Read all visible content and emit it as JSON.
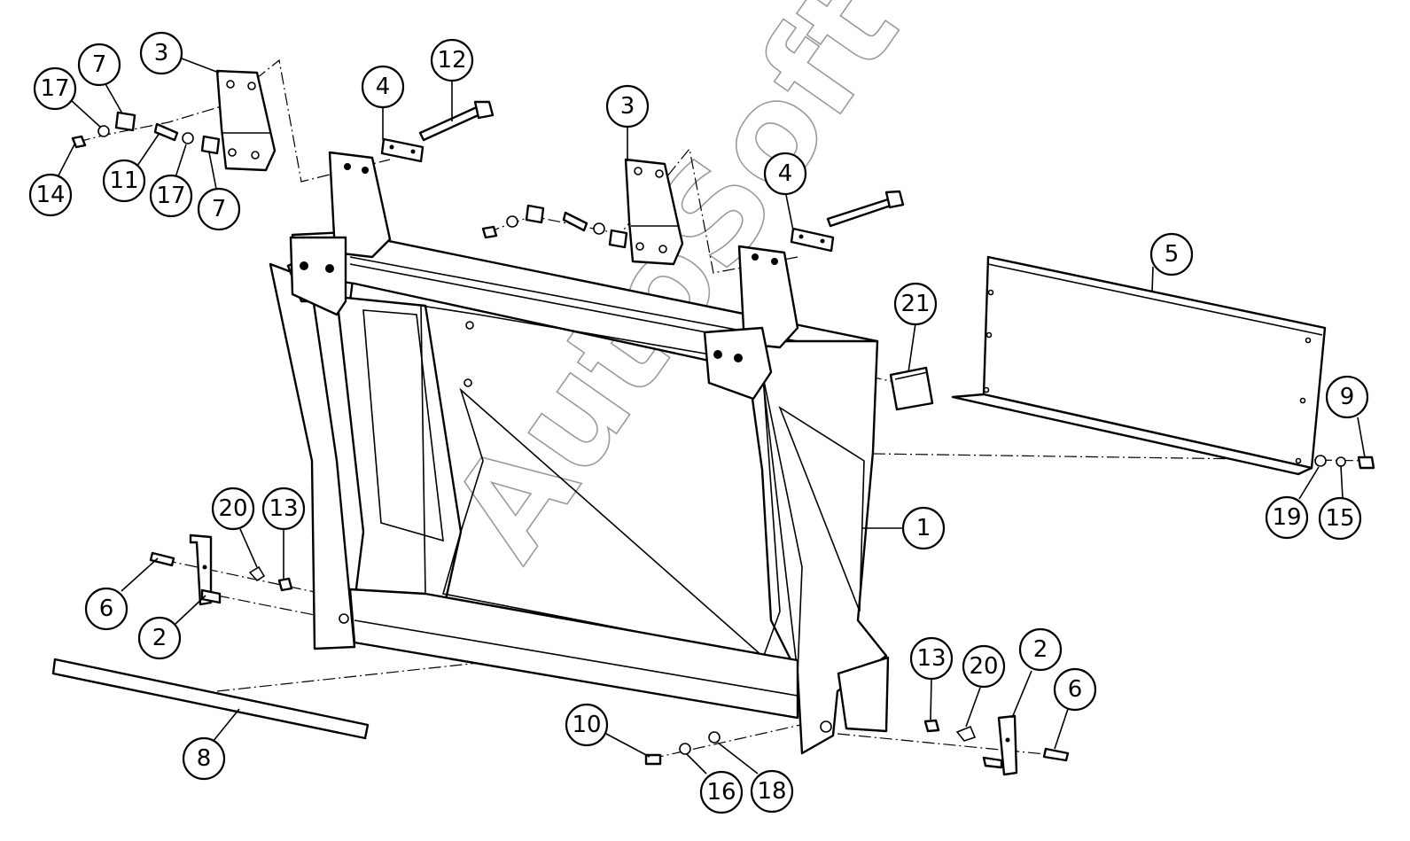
{
  "watermark": "AutoSoft",
  "callouts": [
    {
      "id": "c-17-a",
      "label": "17"
    },
    {
      "id": "c-7-a",
      "label": "7"
    },
    {
      "id": "c-3-a",
      "label": "3"
    },
    {
      "id": "c-14",
      "label": "14"
    },
    {
      "id": "c-11",
      "label": "11"
    },
    {
      "id": "c-17-b",
      "label": "17"
    },
    {
      "id": "c-7-b",
      "label": "7"
    },
    {
      "id": "c-4-a",
      "label": "4"
    },
    {
      "id": "c-12",
      "label": "12"
    },
    {
      "id": "c-3-b",
      "label": "3"
    },
    {
      "id": "c-4-b",
      "label": "4"
    },
    {
      "id": "c-21",
      "label": "21"
    },
    {
      "id": "c-5",
      "label": "5"
    },
    {
      "id": "c-9",
      "label": "9"
    },
    {
      "id": "c-19",
      "label": "19"
    },
    {
      "id": "c-15",
      "label": "15"
    },
    {
      "id": "c-1",
      "label": "1"
    },
    {
      "id": "c-20-a",
      "label": "20"
    },
    {
      "id": "c-13-a",
      "label": "13"
    },
    {
      "id": "c-6-a",
      "label": "6"
    },
    {
      "id": "c-2-a",
      "label": "2"
    },
    {
      "id": "c-8",
      "label": "8"
    },
    {
      "id": "c-10",
      "label": "10"
    },
    {
      "id": "c-16",
      "label": "16"
    },
    {
      "id": "c-18",
      "label": "18"
    },
    {
      "id": "c-13-b",
      "label": "13"
    },
    {
      "id": "c-20-b",
      "label": "20"
    },
    {
      "id": "c-2-b",
      "label": "2"
    },
    {
      "id": "c-6-b",
      "label": "6"
    }
  ]
}
